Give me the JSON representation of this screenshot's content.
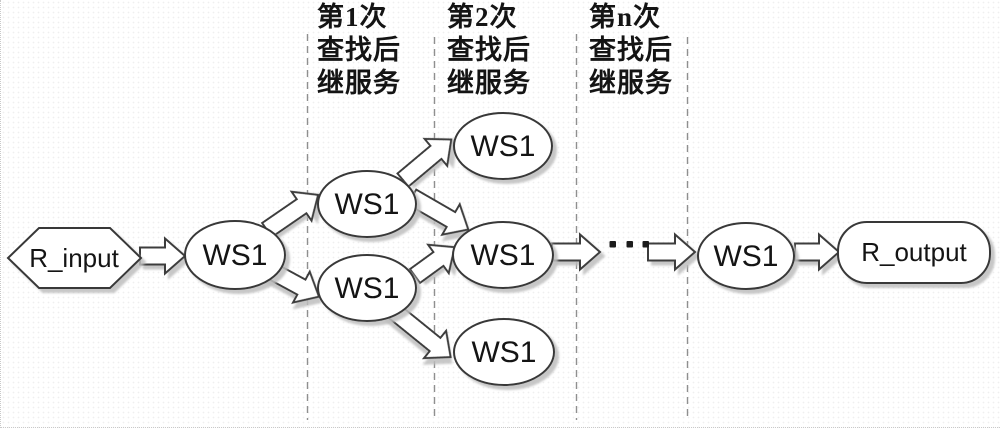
{
  "diagram": {
    "description": "service-composition-flow",
    "column_labels": [
      {
        "id": "step-1",
        "text": "第1次\n查找后\n继服务"
      },
      {
        "id": "step-2",
        "text": "第2次\n查找后\n继服务"
      },
      {
        "id": "step-n",
        "text": "第n次\n查找后\n继服务"
      }
    ],
    "nodes": {
      "r_input": {
        "label": "R_input",
        "shape": "hexagon"
      },
      "ws_root": {
        "label": "WS1",
        "shape": "ellipse"
      },
      "hop1_top": {
        "label": "WS1",
        "shape": "ellipse"
      },
      "hop1_bottom": {
        "label": "WS1",
        "shape": "ellipse"
      },
      "hop2_top": {
        "label": "WS1",
        "shape": "ellipse"
      },
      "hop2_middle": {
        "label": "WS1",
        "shape": "ellipse"
      },
      "hop2_bottom": {
        "label": "WS1",
        "shape": "ellipse"
      },
      "hop_n": {
        "label": "WS1",
        "shape": "ellipse"
      },
      "r_output": {
        "label": "R_output",
        "shape": "rounded-rect"
      }
    },
    "ellipsis": "···",
    "separator_count": 4,
    "colors": {
      "background": "#ffffff",
      "shape_fill": "#ffffff",
      "shape_stroke": "#383838",
      "arrow_stroke": "#3d3d3d",
      "dashed_line": "#8f8f8f",
      "shadow": "#bdbdbd",
      "text": "#141414"
    }
  }
}
